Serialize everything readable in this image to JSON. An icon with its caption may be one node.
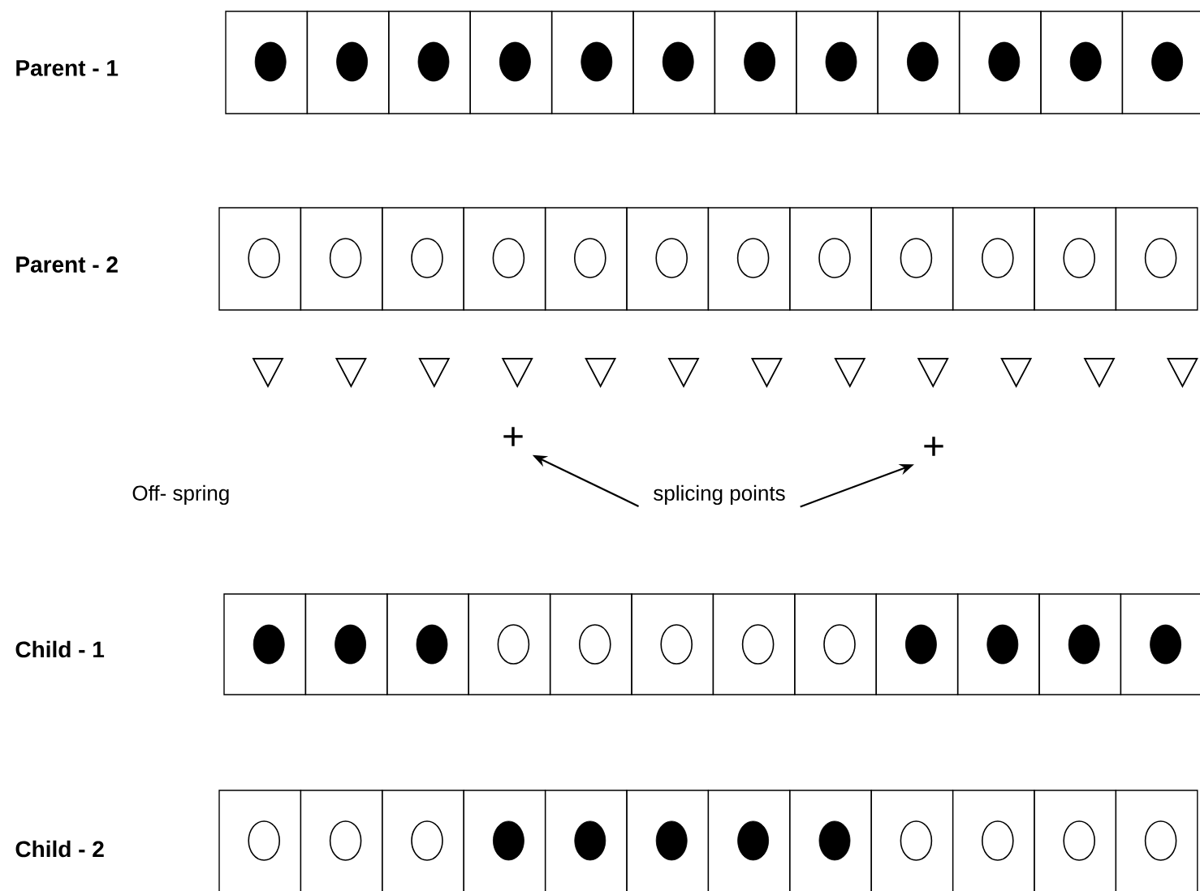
{
  "diagram": {
    "nodes": [
      {
        "text": [
          "splicing points"
        ]
      },
      {
        "text": [
          "+"
        ]
      },
      {
        "text": [
          "+"
        ]
      }
    ],
    "edges": [
      {
        "from": 0,
        "to": 1,
        "arrow": "to"
      },
      {
        "from": 0,
        "to": 2,
        "arrow": "to"
      }
    ],
    "labels": [
      "Parent - 1",
      "Parent - 2",
      "Off- spring",
      "Child - 1",
      "Child - 2"
    ]
  }
}
